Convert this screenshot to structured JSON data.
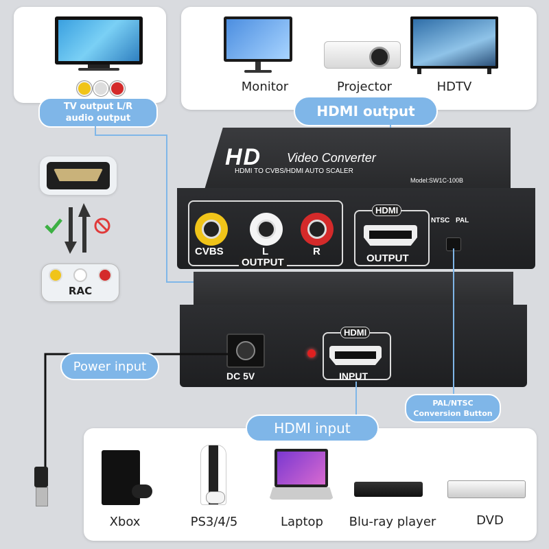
{
  "top_left": {
    "label": "TV output L/R\naudio output"
  },
  "top_right": {
    "devices": [
      {
        "label": "Monitor"
      },
      {
        "label": "Projector"
      },
      {
        "label": "HDTV"
      }
    ],
    "pill": "HDMI output"
  },
  "converter": {
    "brand": "HD",
    "subtitle1": "Video Converter",
    "subtitle2": "HDMI TO CVBS/HDMI AUTO SCALER",
    "model": "Model:SW1C-100B",
    "out_cvbs": "CVBS",
    "out_l": "L",
    "out_r": "R",
    "out_group": "OUTPUT",
    "hdmi_out_badge": "HDMI",
    "hdmi_out_label": "OUTPUT",
    "ntsc": "NTSC",
    "pal": "PAL",
    "dc": "DC 5V",
    "hdmi_in_badge": "HDMI",
    "hdmi_in_label": "INPUT"
  },
  "side": {
    "rac": "RAC"
  },
  "power_pill": "Power input",
  "palntsc_pill": "PAL/NTSC\nConversion Button",
  "hdmi_input_pill": "HDMI input",
  "sources": [
    {
      "label": "Xbox"
    },
    {
      "label": "PS3/4/5"
    },
    {
      "label": "Laptop"
    },
    {
      "label": "Blu-ray player"
    },
    {
      "label": "DVD"
    }
  ],
  "colors": {
    "accent": "#7fb6e8",
    "device": "#2a2b2d",
    "check": "#3cb043",
    "forbid": "#e03a3a"
  }
}
